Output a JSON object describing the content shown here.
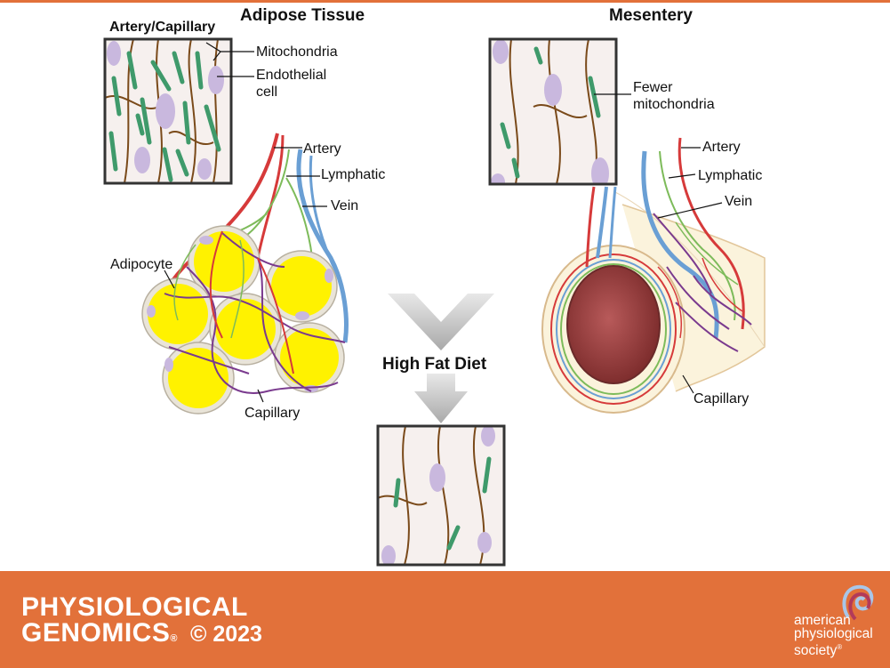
{
  "titles": {
    "adipose": "Adipose Tissue",
    "mesentery": "Mesentery",
    "inset": "Artery/Capillary"
  },
  "labels": {
    "mitochondria": "Mitochondria",
    "endothelial_1": "Endothelial",
    "endothelial_2": "cell",
    "artery_left": "Artery",
    "lymphatic_left": "Lymphatic",
    "vein_left": "Vein",
    "adipocyte": "Adipocyte",
    "capillary_left": "Capillary",
    "fewer_1": "Fewer",
    "fewer_2": "mitochondria",
    "artery_right": "Artery",
    "lymphatic_right": "Lymphatic",
    "vein_right": "Vein",
    "capillary_right": "Capillary",
    "high_fat_diet": "High Fat Diet"
  },
  "footer": {
    "journal_line1": "PHYSIOLOGICAL",
    "journal_line2": "GENOMICS",
    "registered": "®",
    "copyright": "© 2023",
    "society_1": "american",
    "society_2": "physiological",
    "society_3": "society",
    "society_mark": "®"
  },
  "colors": {
    "footer": "#e2713a",
    "accent_line": "#e2713a",
    "artery": "#d63a3a",
    "vein": "#6a9fd4",
    "lymphatic": "#7dbb5a",
    "capillary": "#7a3a8e",
    "adipocyte": "#fff200",
    "nucleus": "#c9b8de",
    "mitochondria": "#3f9a6b",
    "cell_border": "#7a4a1a"
  },
  "icons": {
    "society_logo": "aps-loop-logo-icon",
    "arrow": "down-arrow-icon"
  }
}
